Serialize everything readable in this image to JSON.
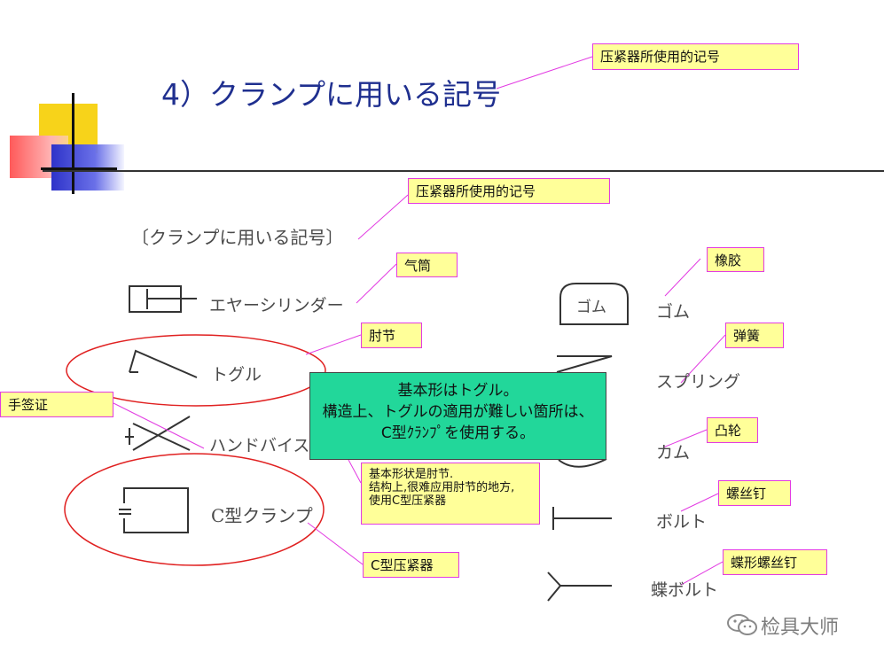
{
  "slide": {
    "title": "4）クランプに用いる記号"
  },
  "scan": {
    "heading": "〔クランプに用いる記号〕",
    "left_items": [
      "エヤーシリンダー",
      "トグル",
      "ハンドバイス",
      "C型クランプ"
    ],
    "right_items": [
      "ゴム",
      "スプリング",
      "カム",
      "ボルト",
      "蝶ボルト"
    ],
    "rubber_symbol_text": "ゴム"
  },
  "callouts": {
    "title_symbols": "压紧器所使用的记号",
    "heading_symbols": "压紧器所使用的记号",
    "cylinder": "气筒",
    "toggle": "肘节",
    "hand_vise": "手签证",
    "c_clamp": "C型压紧器",
    "rubber": "橡胶",
    "spring": "弹簧",
    "cam": "凸轮",
    "bolt": "螺丝钉",
    "wing_bolt": "蝶形螺丝钉",
    "explain_cn": "基本形状是肘节.\n结构上,很难应用肘节的地方,\n使用C型压紧器"
  },
  "note_box": {
    "line1": "基本形はトグル。",
    "line2": "構造上、トグルの適用が難しい箇所は、",
    "line3": "C型ｸﾗﾝﾌﾟを使用する。"
  },
  "watermark": {
    "text": "检具大师",
    "icon": "wechat-icon"
  },
  "colors": {
    "title": "#1f2f8f",
    "callout_fill": "#ffff99",
    "callout_border": "#e23be2",
    "note_fill": "#22d79a",
    "ellipse": "#e02020"
  }
}
